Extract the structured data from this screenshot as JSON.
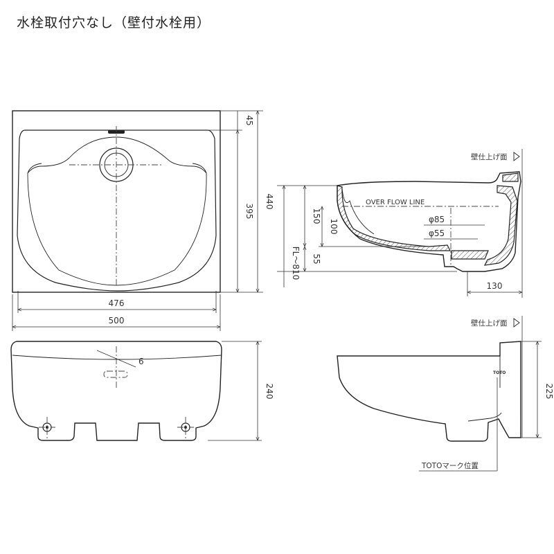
{
  "title": "水栓取付穴なし（壁付水栓用）",
  "top_view": {
    "width_outer": "500",
    "width_bowl": "476",
    "depth_outer": "440",
    "depth_bowl": "395",
    "rim_offset": "45"
  },
  "front_view": {
    "height": "240",
    "overflow_slot": "6"
  },
  "section_view": {
    "wall_label": "壁仕上げ面",
    "overflow_line": "OVER FLOW LINE",
    "dim_150": "150",
    "dim_100": "100",
    "dim_55": "55",
    "floor_label": "FL～810",
    "phi85": "φ85",
    "phi55": "φ55",
    "dim_130": "130"
  },
  "side_view": {
    "wall_label": "壁仕上げ面",
    "dim_225": "225",
    "logo_mark": "TOTO",
    "toto_mark_label": "TOTOマーク位置"
  }
}
